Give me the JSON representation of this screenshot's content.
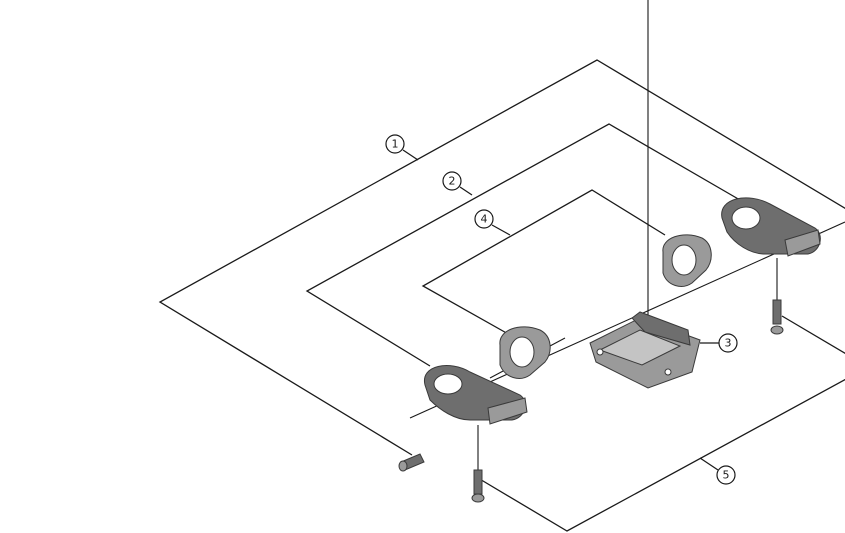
{
  "callouts": [
    {
      "id": "1",
      "label": "1"
    },
    {
      "id": "2",
      "label": "2"
    },
    {
      "id": "3",
      "label": "3"
    },
    {
      "id": "4",
      "label": "4"
    },
    {
      "id": "5",
      "label": "5"
    }
  ],
  "colors": {
    "line": "#1a1a1a",
    "part_dark": "#6e6e6e",
    "part_mid": "#9a9a9a",
    "part_light": "#c4c4c4",
    "background": "#ffffff"
  }
}
